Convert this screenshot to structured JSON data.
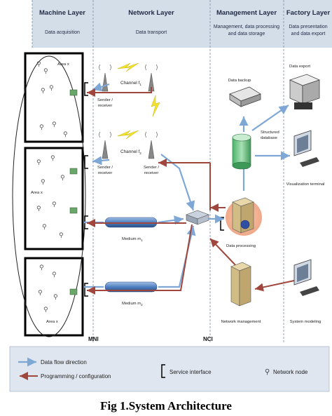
{
  "layers": [
    {
      "title": "Machine Layer",
      "subtitle": "Data acquisition"
    },
    {
      "title": "Network Layer",
      "subtitle": "Data transport"
    },
    {
      "title": "Management Layer",
      "subtitle": "Management, data processing",
      "subtitle2": "and data storage"
    },
    {
      "title": "Factory Layer",
      "subtitle": "Data presentation",
      "subtitle2": "and data export"
    }
  ],
  "areas": [
    "Area x",
    "Area x",
    "Area x"
  ],
  "channels": [
    {
      "label": "Channel f",
      "sub": "1"
    },
    {
      "label": "Channel f",
      "sub": "2"
    }
  ],
  "sender_labels": [
    "Sender /",
    "receiver"
  ],
  "media": [
    {
      "label": "Medium m",
      "sub": "1"
    },
    {
      "label": "Medium m",
      "sub": "2"
    }
  ],
  "management": {
    "backup": "Data backup",
    "database_1": "Structured",
    "database_2": "database",
    "processing": "Data processing",
    "network_mgmt": "Network management"
  },
  "factory": {
    "export": "Data export",
    "visualization": "Visualization terminal",
    "modeling": "System modeling"
  },
  "interfaces": {
    "mni": "MNI",
    "nci": "NCI"
  },
  "legend": {
    "flow": "Data flow direction",
    "programming": "Programming / configuration",
    "service": "Service interface",
    "node": "Network node"
  },
  "caption": "Fig 1.System Architecture",
  "colors": {
    "data_flow": "#7fa7d6",
    "config_flow": "#a0463c",
    "header_bg": "#d4dee9",
    "medium": "#5b86c6"
  }
}
